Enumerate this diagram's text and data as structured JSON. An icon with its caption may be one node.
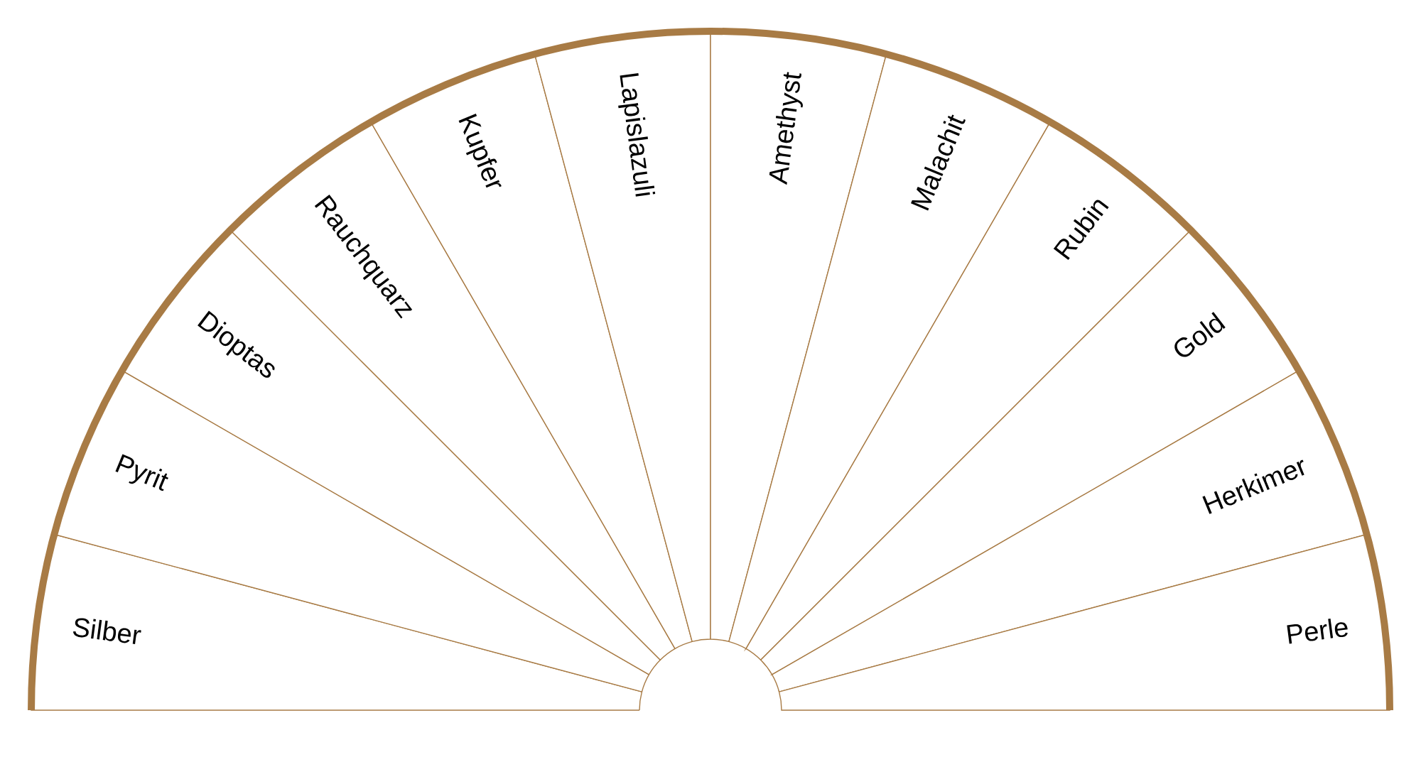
{
  "diagram": {
    "nodes": [
      {
        "text": [
          "Silber"
        ]
      },
      {
        "text": [
          "Pyrit"
        ]
      },
      {
        "text": [
          "Dioptas"
        ]
      },
      {
        "text": [
          "Rauchquarz"
        ]
      },
      {
        "text": [
          "Kupfer"
        ]
      },
      {
        "text": [
          "Lapislazuli"
        ]
      },
      {
        "text": [
          "Amethyst"
        ]
      },
      {
        "text": [
          "Malachit"
        ]
      },
      {
        "text": [
          "Rubin"
        ]
      },
      {
        "text": [
          "Gold"
        ]
      },
      {
        "text": [
          "Herkimer"
        ]
      },
      {
        "text": [
          "Perle"
        ]
      }
    ]
  }
}
